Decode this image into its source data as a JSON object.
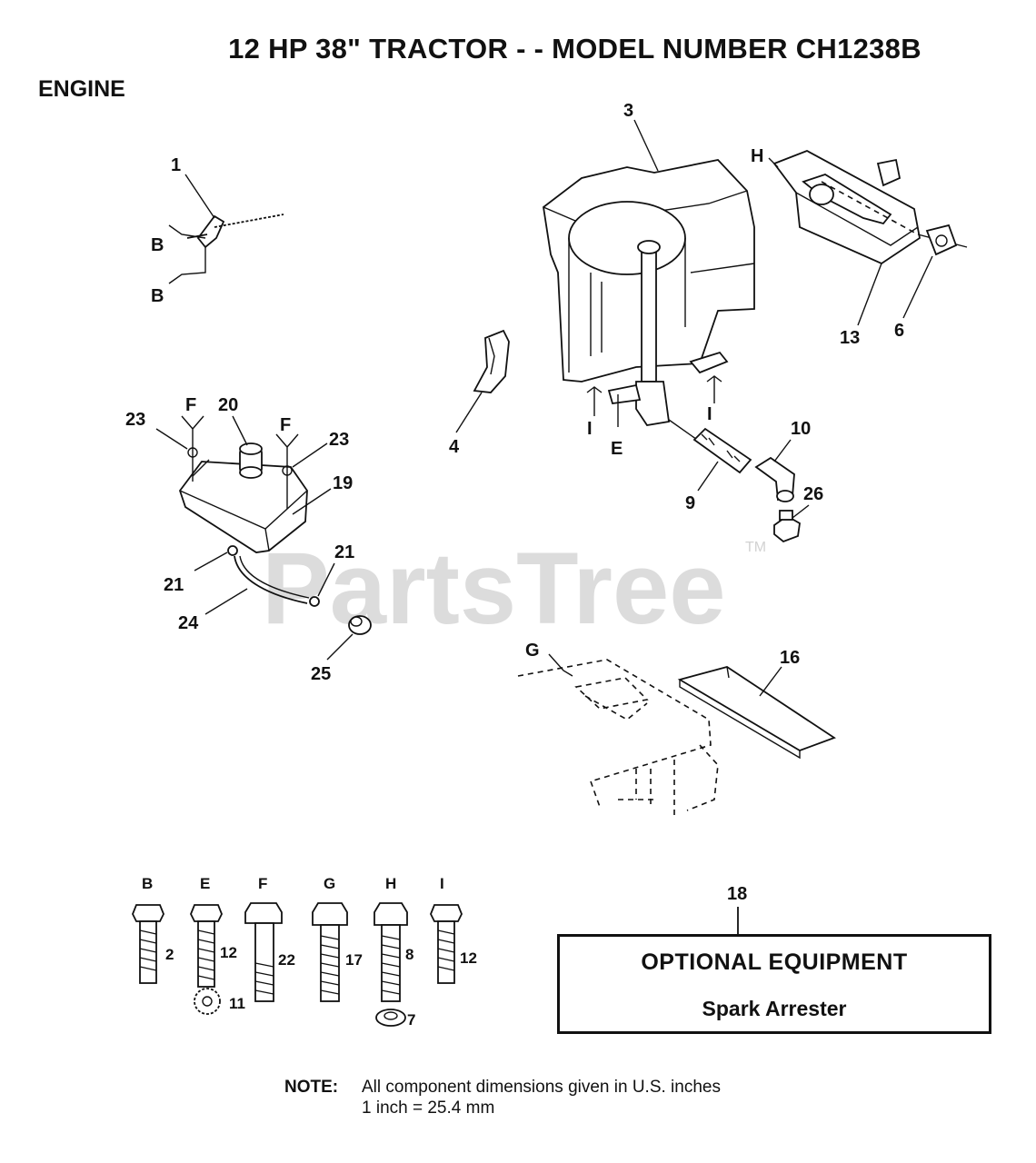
{
  "header": {
    "title": "12 HP 38\" TRACTOR - - MODEL NUMBER CH1238B",
    "section": "ENGINE"
  },
  "watermark": {
    "text": "PartsTree",
    "tm": "TM"
  },
  "callouts": {
    "c1": "1",
    "c2": "2",
    "c3": "3",
    "c4": "4",
    "c6": "6",
    "c7": "7",
    "c8": "8",
    "c9": "9",
    "c10": "10",
    "c11": "11",
    "c12a": "12",
    "c12b": "12",
    "c13": "13",
    "c16": "16",
    "c17": "17",
    "c18": "18",
    "c19": "19",
    "c20": "20",
    "c21a": "21",
    "c21b": "21",
    "c22": "22",
    "c23a": "23",
    "c23b": "23",
    "c24": "24",
    "c25": "25",
    "c26": "26"
  },
  "fastener_keys": {
    "B1": "B",
    "B2": "B",
    "E1": "E",
    "F1": "F",
    "F2": "F",
    "G1": "G",
    "H1": "H",
    "I1": "I",
    "I2": "I"
  },
  "hardware_row": {
    "headers": [
      "B",
      "E",
      "F",
      "G",
      "H",
      "I"
    ]
  },
  "optional_equipment": {
    "title": "OPTIONAL EQUIPMENT",
    "item": "Spark Arrester"
  },
  "note": {
    "label": "NOTE:",
    "line1": "All component dimensions given in U.S. inches",
    "line2": "1 inch = 25.4 mm"
  }
}
